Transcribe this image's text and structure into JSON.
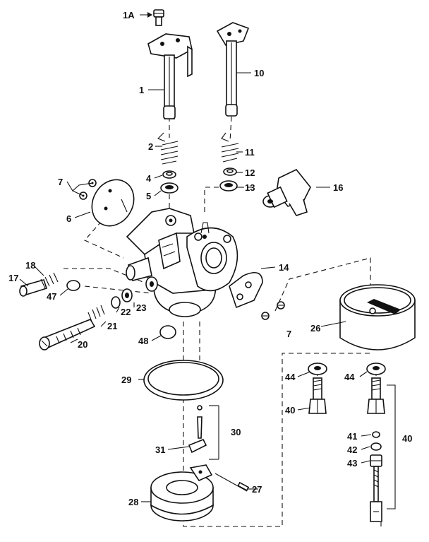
{
  "callouts": {
    "c1A": "1A",
    "c1": "1",
    "c2": "2",
    "c4": "4",
    "c5": "5",
    "c6": "6",
    "c7a": "7",
    "c7b": "7",
    "c10": "10",
    "c11": "11",
    "c12": "12",
    "c13": "13",
    "c14": "14",
    "c16": "16",
    "c17": "17",
    "c18": "18",
    "c20": "20",
    "c21": "21",
    "c22": "22",
    "c23": "23",
    "c26": "26",
    "c27": "27",
    "c28": "28",
    "c29": "29",
    "c30": "30",
    "c31": "31",
    "c40a": "40",
    "c40b": "40",
    "c41": "41",
    "c42": "42",
    "c43": "43",
    "c44a": "44",
    "c44b": "44",
    "c47": "47",
    "c48": "48"
  }
}
